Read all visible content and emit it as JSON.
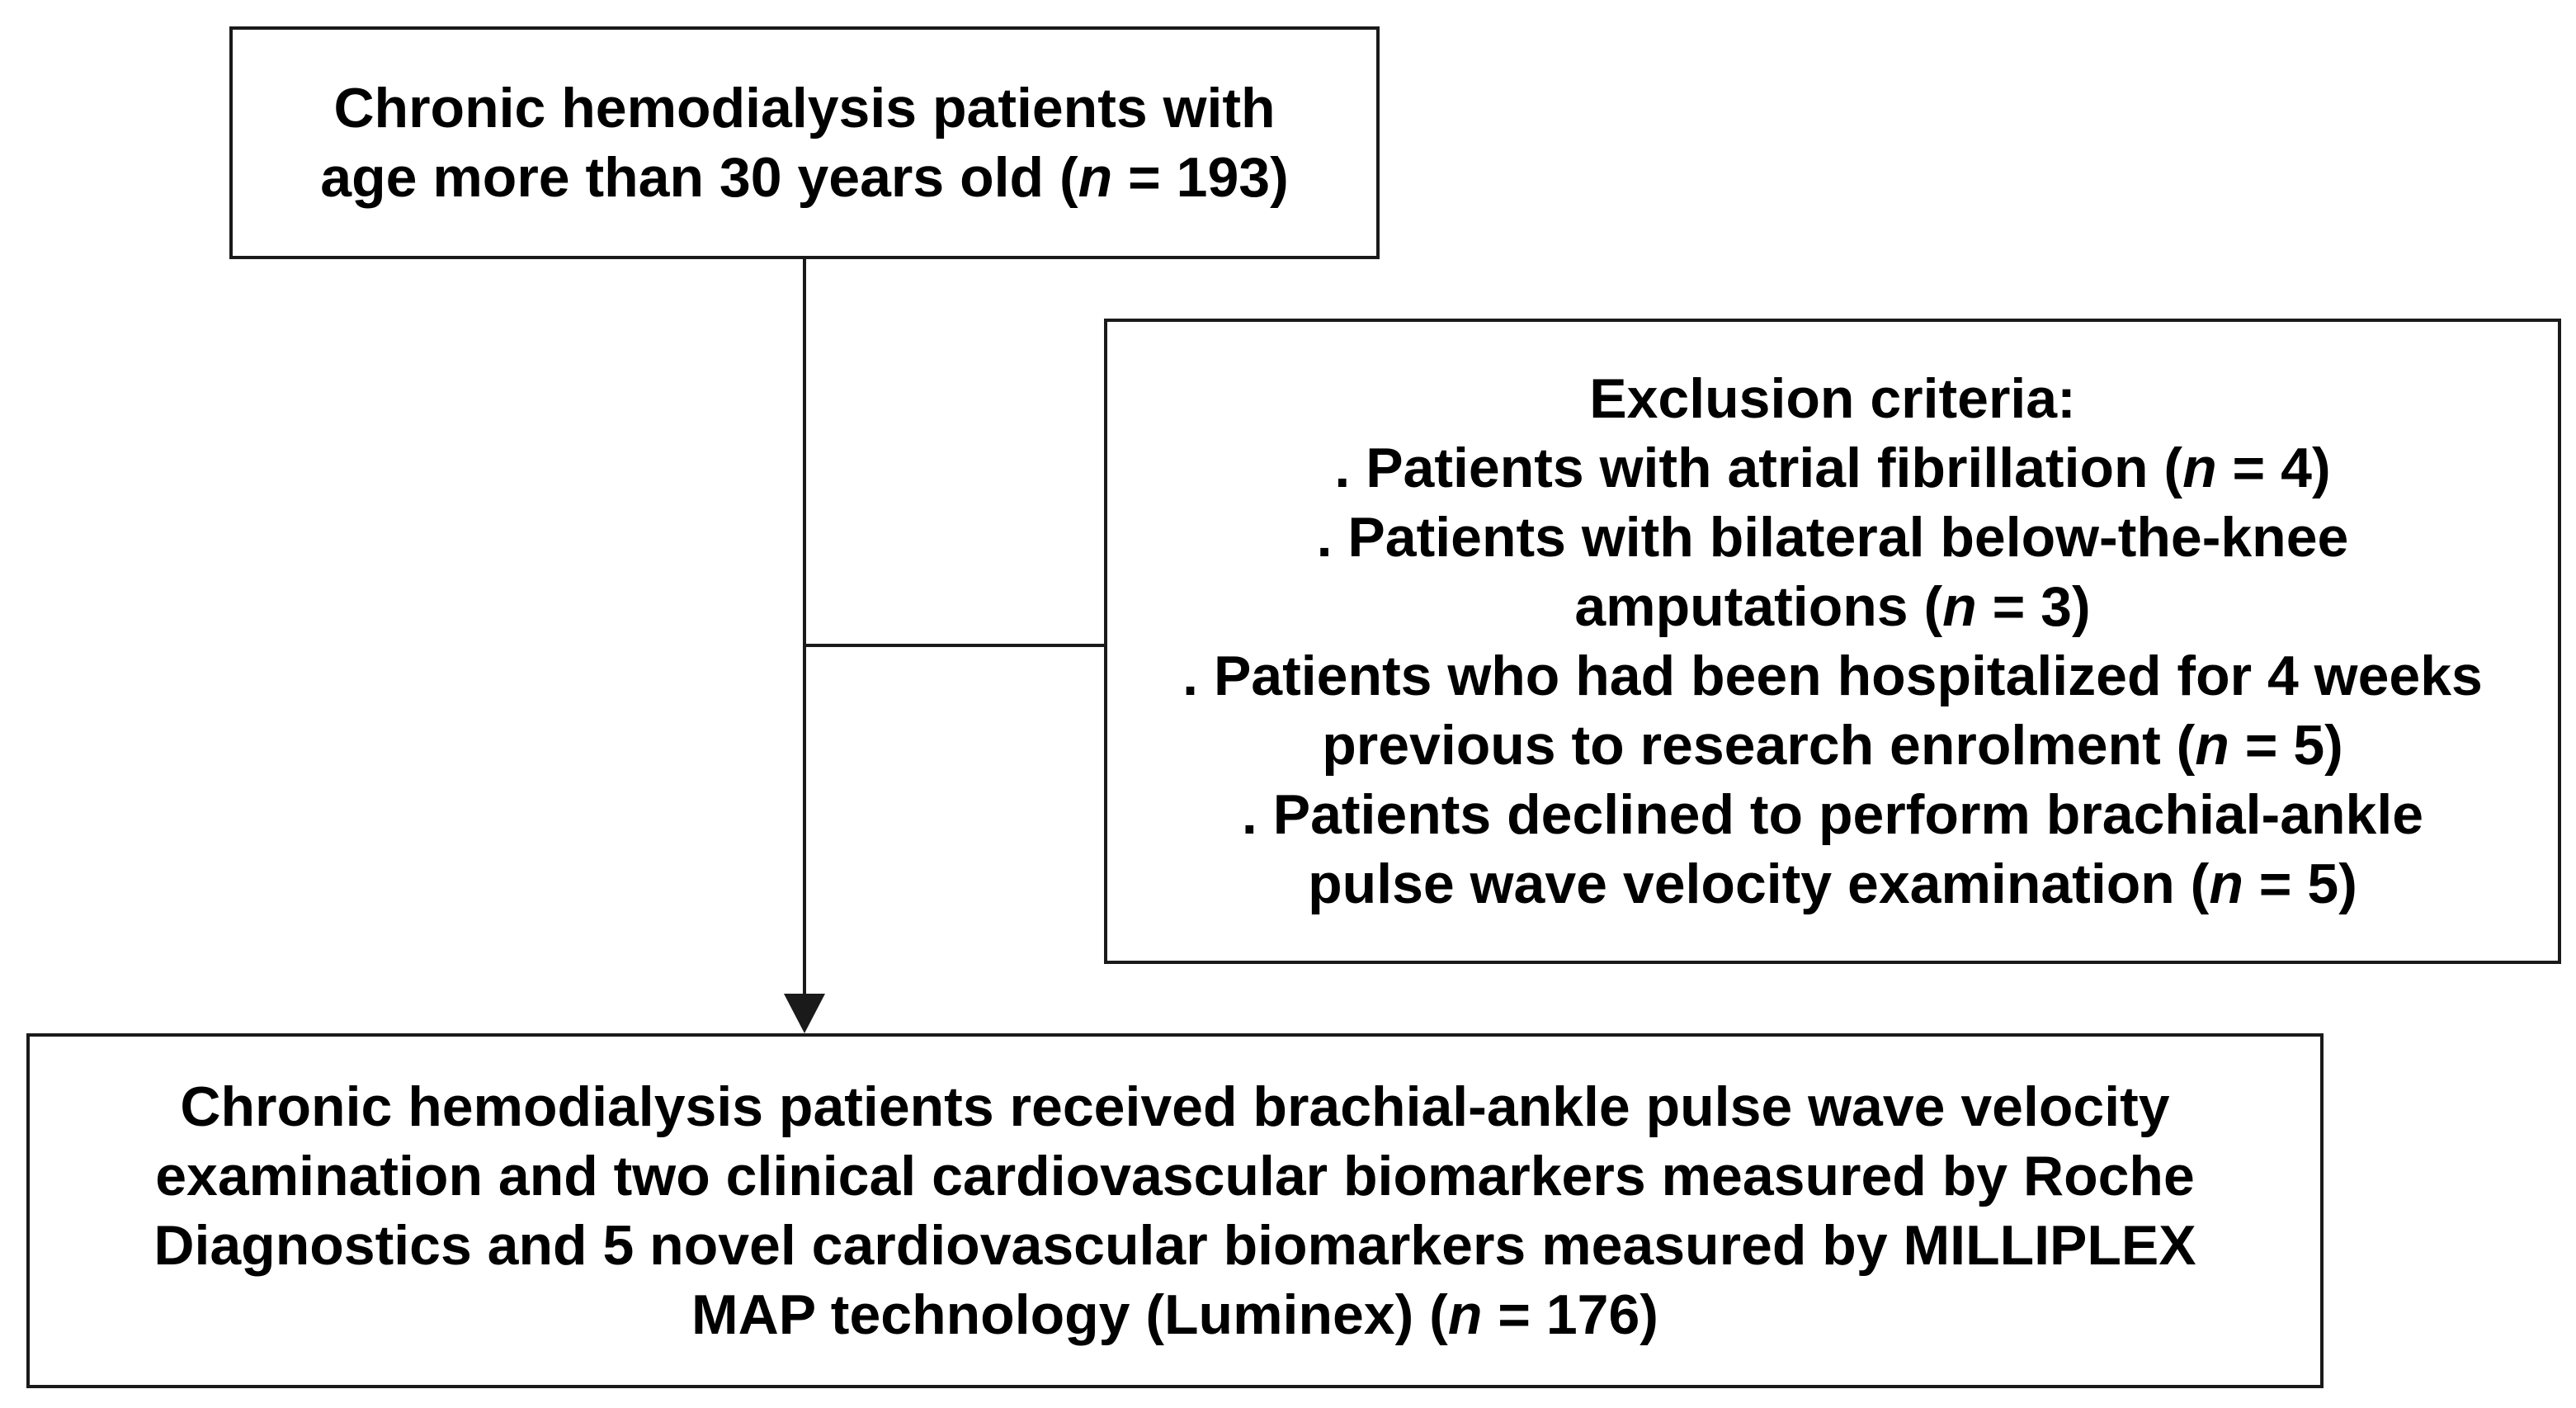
{
  "diagram": {
    "top_box": {
      "lines": [
        {
          "pre": "Chronic hemodialysis patients with",
          "italic": "",
          "post": ""
        },
        {
          "pre": "age more than 30 years old (",
          "italic": "n",
          "post": " = 193)"
        }
      ]
    },
    "exclusion_box": {
      "lines": [
        {
          "pre": "Exclusion criteria:",
          "italic": "",
          "post": ""
        },
        {
          "pre": ". Patients with atrial fibrillation (",
          "italic": "n",
          "post": " = 4)"
        },
        {
          "pre": ". Patients with bilateral below-the-knee",
          "italic": "",
          "post": ""
        },
        {
          "pre": "amputations (",
          "italic": "n",
          "post": " = 3)"
        },
        {
          "pre": ". Patients who had been hospitalized for 4 weeks",
          "italic": "",
          "post": ""
        },
        {
          "pre": "previous to research enrolment (",
          "italic": "n",
          "post": " = 5)"
        },
        {
          "pre": ". Patients declined to perform brachial-ankle",
          "italic": "",
          "post": ""
        },
        {
          "pre": "pulse wave velocity examination (",
          "italic": "n",
          "post": " = 5)"
        }
      ]
    },
    "bottom_box": {
      "lines": [
        {
          "pre": "Chronic hemodialysis patients received brachial-ankle pulse wave velocity",
          "italic": "",
          "post": ""
        },
        {
          "pre": "examination and two clinical cardiovascular biomarkers measured by Roche",
          "italic": "",
          "post": ""
        },
        {
          "pre": "Diagnostics and 5 novel cardiovascular biomarkers measured by MILLIPLEX",
          "italic": "",
          "post": ""
        },
        {
          "pre": "MAP technology (Luminex) (",
          "italic": "n",
          "post": " = 176)"
        }
      ]
    },
    "colors": {
      "stroke": "#1a1a1a",
      "text": "#000000",
      "background": "#ffffff"
    }
  }
}
